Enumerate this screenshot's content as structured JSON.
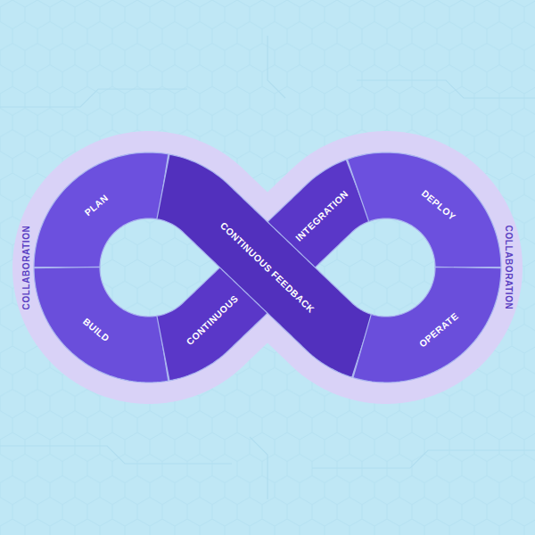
{
  "diagram": {
    "nodes": [
      {
        "text": [
          "COLLABORATION",
          "COLLABORATION"
        ]
      },
      {
        "text": [
          "PLAN"
        ],
        "in": 0
      },
      {
        "text": [
          "BUILD"
        ],
        "in": 0
      },
      {
        "text": [
          "CONTINUOUS",
          "INTEGRATION"
        ],
        "in": 0
      },
      {
        "text": [
          "CONTINUOUS FEEDBACK"
        ],
        "in": 0
      },
      {
        "text": [
          "DEPLOY"
        ],
        "in": 0
      },
      {
        "text": [
          "OPERATE"
        ],
        "in": 0
      }
    ]
  }
}
